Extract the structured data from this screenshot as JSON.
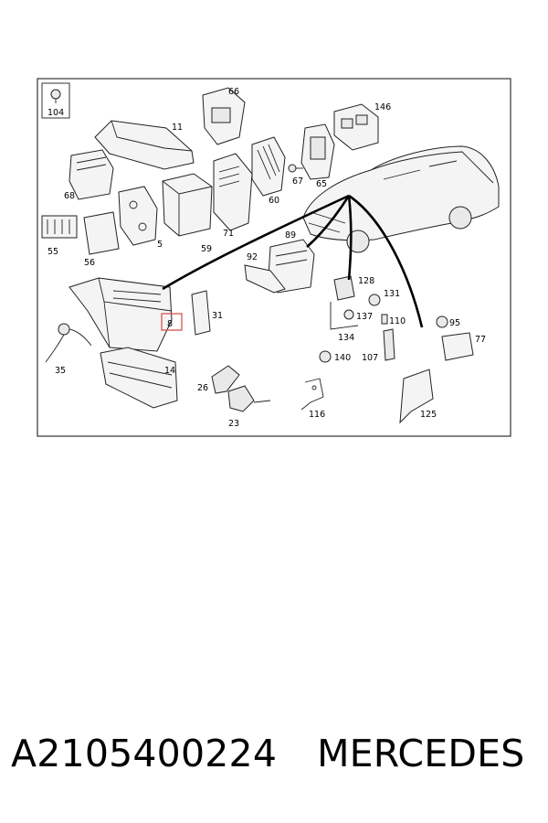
{
  "part_labels": {
    "p104": "104",
    "p66": "66",
    "p11": "11",
    "p146": "146",
    "p68": "68",
    "p60": "60",
    "p67": "67",
    "p65": "65",
    "p55": "55",
    "p56": "56",
    "p5": "5",
    "p59": "59",
    "p71": "71",
    "p89": "89",
    "p92": "92",
    "p128": "128",
    "p131": "131",
    "p8": "8",
    "p31": "31",
    "p137": "137",
    "p110": "110",
    "p95": "95",
    "p134": "134",
    "p77": "77",
    "p35": "35",
    "p140": "140",
    "p107": "107",
    "p14": "14",
    "p26": "26",
    "p116": "116",
    "p23": "23",
    "p125": "125"
  },
  "colors": {
    "highlight": "#d9534f",
    "line": "#000000"
  },
  "caption": {
    "part_number": "A2105400224",
    "brand": "MERCEDES"
  }
}
